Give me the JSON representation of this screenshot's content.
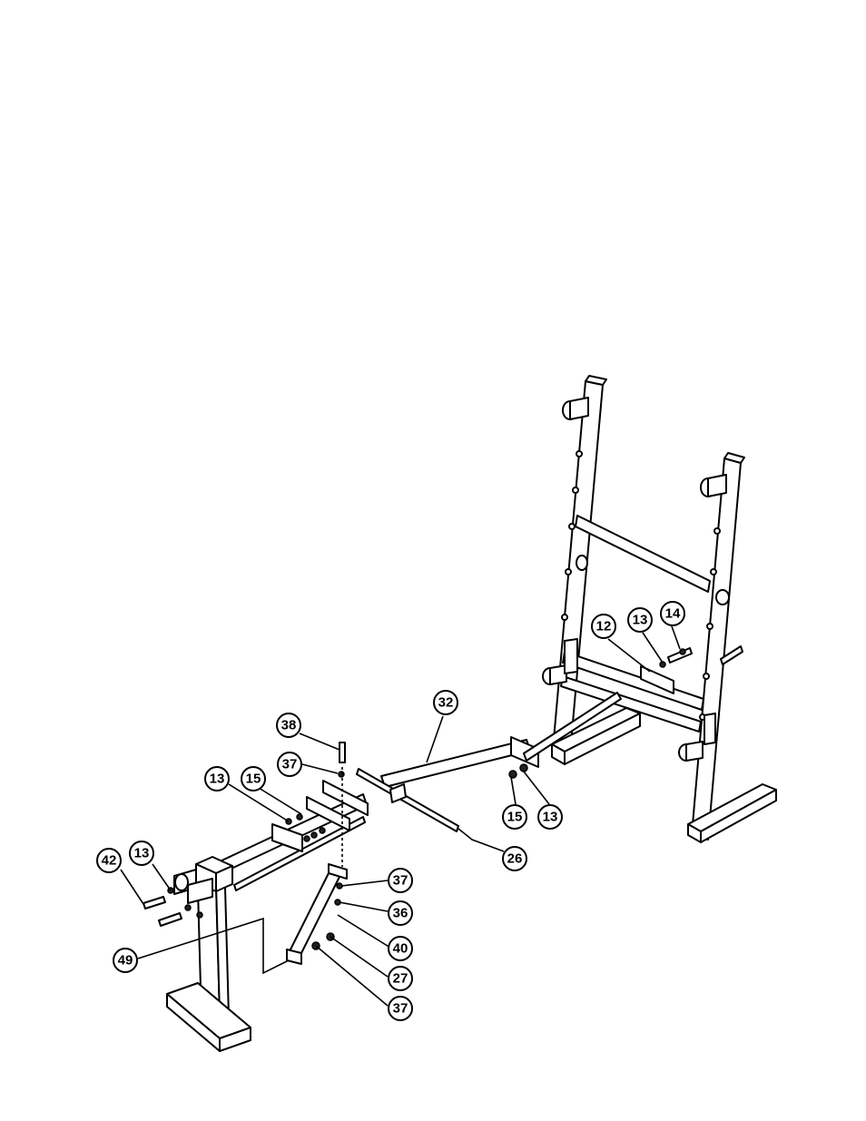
{
  "diagram": {
    "callouts": [
      {
        "id": "c38",
        "label": "38"
      },
      {
        "id": "c37a",
        "label": "37"
      },
      {
        "id": "c13a",
        "label": "13"
      },
      {
        "id": "c15a",
        "label": "15"
      },
      {
        "id": "c32",
        "label": "32"
      },
      {
        "id": "c12",
        "label": "12"
      },
      {
        "id": "c13b",
        "label": "13"
      },
      {
        "id": "c14",
        "label": "14"
      },
      {
        "id": "c15b",
        "label": "15"
      },
      {
        "id": "c13c",
        "label": "13"
      },
      {
        "id": "c26",
        "label": "26"
      },
      {
        "id": "c42",
        "label": "42"
      },
      {
        "id": "c13d",
        "label": "13"
      },
      {
        "id": "c37b",
        "label": "37"
      },
      {
        "id": "c36",
        "label": "36"
      },
      {
        "id": "c40",
        "label": "40"
      },
      {
        "id": "c49",
        "label": "49"
      },
      {
        "id": "c27",
        "label": "27"
      },
      {
        "id": "c37c",
        "label": "37"
      }
    ]
  }
}
